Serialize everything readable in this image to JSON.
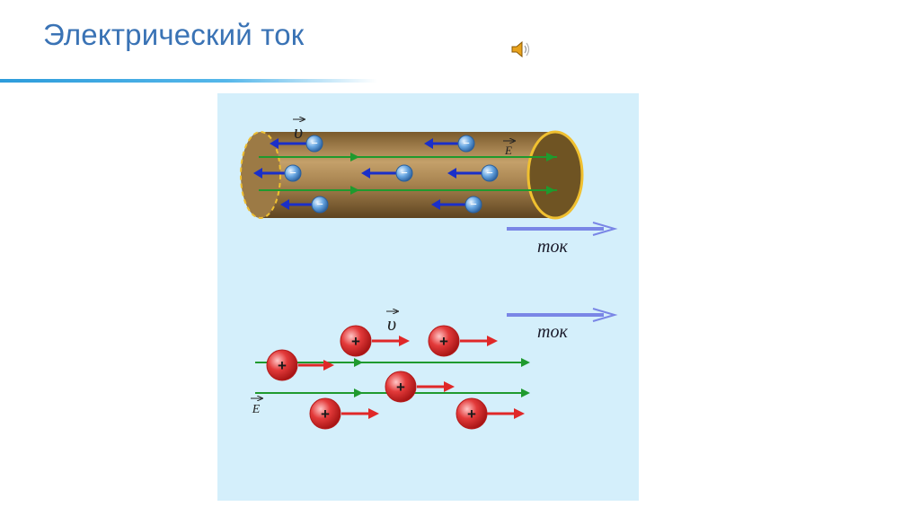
{
  "slide": {
    "title": "Электрический ток"
  },
  "icons": {
    "speaker": "speaker-icon"
  },
  "figure": {
    "velocity_label": "υ",
    "field_label": "E",
    "current_label_top": "ток",
    "current_label_bottom": "ток",
    "electron_sign": "−",
    "proton_sign": "+",
    "colors": {
      "background": "#d4effb",
      "conductor": "#9c7a45",
      "electron": "#4f93d6",
      "proton": "#e02828",
      "field_line": "#1f9a2e",
      "velocity_electron": "#1a2fc9",
      "velocity_proton": "#e02828",
      "current_arrow": "#7a86e6"
    }
  }
}
